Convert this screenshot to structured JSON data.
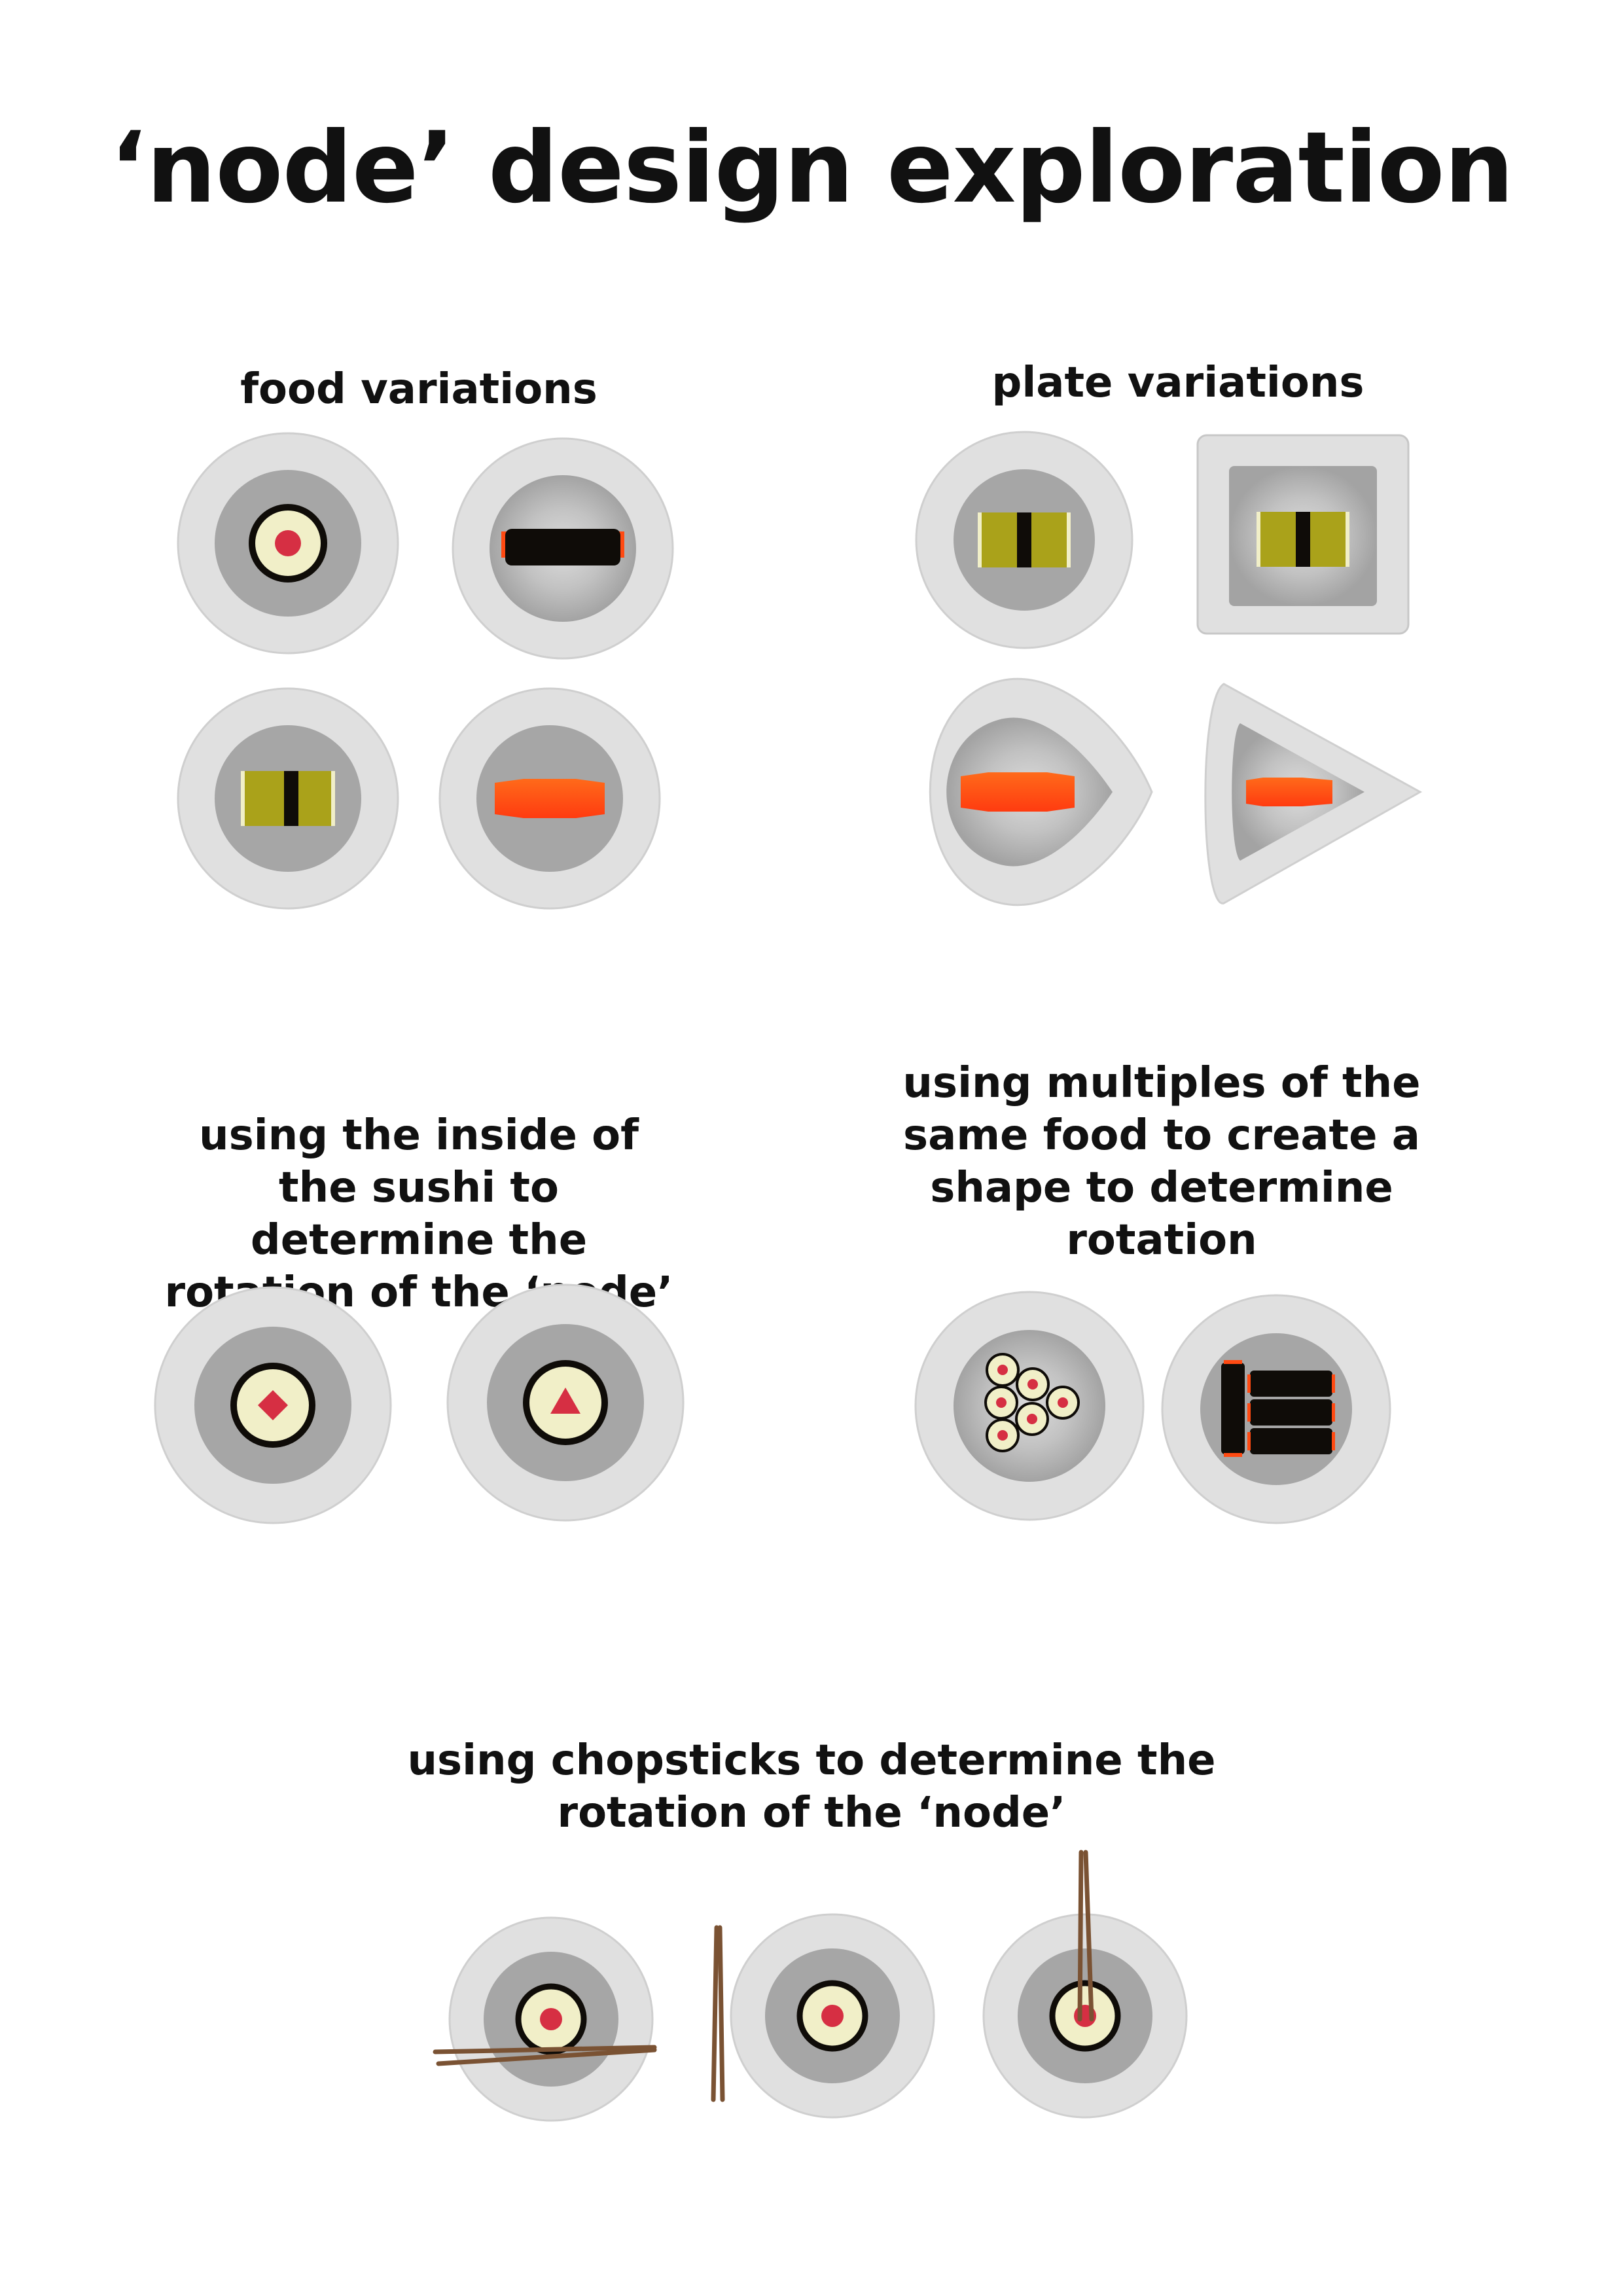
{
  "title": "‘node’ design exploration",
  "sections": {
    "food": {
      "heading": "food variations"
    },
    "plate": {
      "heading": "plate variations"
    },
    "inside": {
      "heading": "using the inside of the sushi to determine the rotation of the ‘node’"
    },
    "multiples": {
      "heading": "using multiples of the same food to create a shape to determine rotation"
    },
    "chopsticks": {
      "heading": "using chopsticks to determine the rotation of the ‘node’"
    }
  },
  "colors": {
    "plate_outer": "#e0e0e0",
    "plate_inner": "#a6a6a6",
    "rice": "#f1efc8",
    "nori": "#0f0c08",
    "tuna": "#d62f43",
    "salmon": "#ff4a12",
    "tamago": "#aaa21a",
    "chopstick": "#7a5233"
  }
}
